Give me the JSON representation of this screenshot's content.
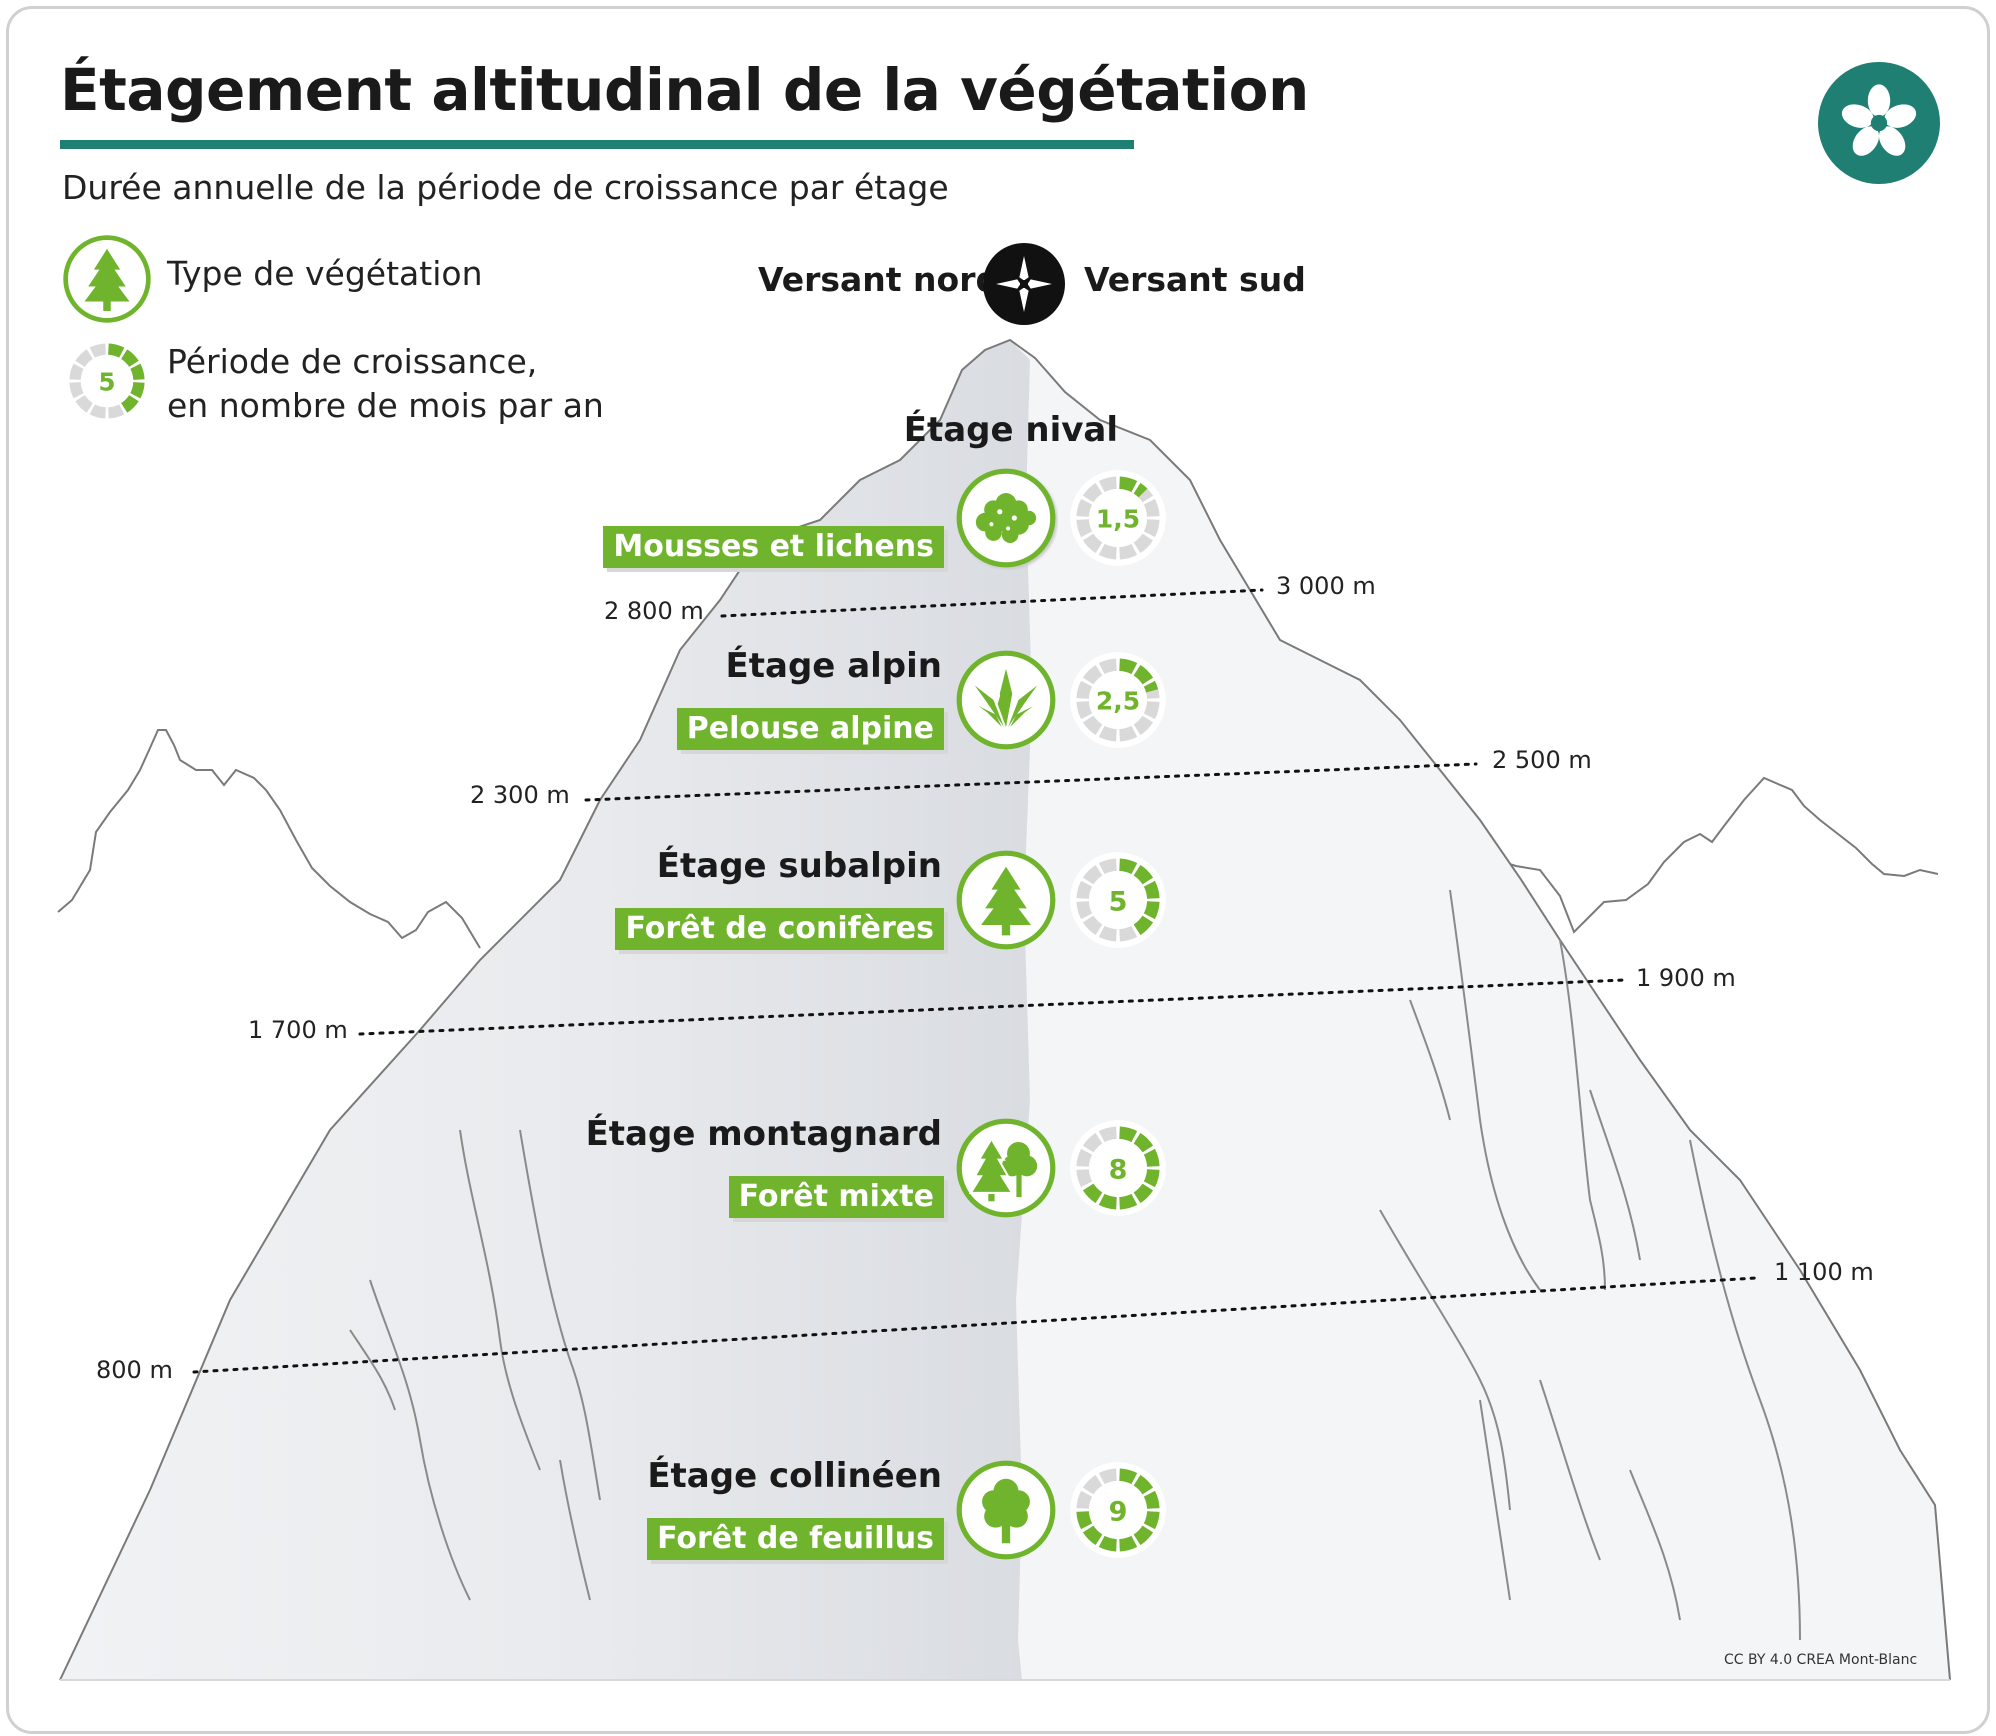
{
  "title": "Étagement altitudinal de la végétation",
  "subtitle": "Durée annuelle de la période de croissance par étage",
  "colors": {
    "accent_teal": "#1f7f73",
    "green": "#6fb42c",
    "mountain_shadow": "#e0e3e7",
    "mountain_light": "#f3f4f5",
    "outline": "#7a7a7a",
    "ring_grey": "#d9d9d9"
  },
  "corner_icon": "flower-icon",
  "legend": {
    "vegetation_label": "Type de végétation",
    "vegetation_icon": "conifer-tree-icon",
    "growth_label_line1": "Période de croissance,",
    "growth_label_line2": "en nombre de mois par an",
    "growth_example": "5"
  },
  "aspects": {
    "north": "Versant nord",
    "south": "Versant sud",
    "icon": "compass-rose-icon"
  },
  "zones": [
    {
      "name": "Étage nival",
      "vegetation": "Mousses et lichens",
      "icon": "moss-lichen-icon",
      "months_label": "1,5",
      "months": 1.5
    },
    {
      "name": "Étage alpin",
      "vegetation": "Pelouse alpine",
      "icon": "grass-icon",
      "months_label": "2,5",
      "months": 2.5
    },
    {
      "name": "Étage subalpin",
      "vegetation": "Forêt de conifères",
      "icon": "conifer-tree-icon",
      "months_label": "5",
      "months": 5
    },
    {
      "name": "Étage montagnard",
      "vegetation": "Forêt mixte",
      "icon": "mixed-forest-icon",
      "months_label": "8",
      "months": 8
    },
    {
      "name": "Étage collinéen",
      "vegetation": "Forêt de feuillus",
      "icon": "deciduous-tree-icon",
      "months_label": "9",
      "months": 9
    }
  ],
  "boundaries": [
    {
      "north": "2 800 m",
      "south": "3 000 m"
    },
    {
      "north": "2 300 m",
      "south": "2 500 m"
    },
    {
      "north": "1 700 m",
      "south": "1 900 m"
    },
    {
      "north": "800 m",
      "south": "1 100 m"
    }
  ],
  "credit": "CC BY 4.0 CREA Mont-Blanc"
}
